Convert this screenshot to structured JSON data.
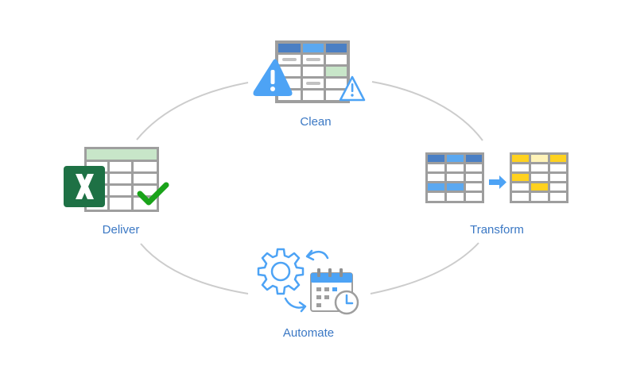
{
  "diagram": {
    "type": "cycle",
    "stages": [
      {
        "id": "clean",
        "label": "Clean"
      },
      {
        "id": "transform",
        "label": "Transform"
      },
      {
        "id": "automate",
        "label": "Automate"
      },
      {
        "id": "deliver",
        "label": "Deliver"
      }
    ],
    "icons": {
      "clean": [
        "spreadsheet-icon",
        "warning-icon",
        "warning-outline-icon"
      ],
      "transform": [
        "blue-table-icon",
        "arrow-right-icon",
        "yellow-table-icon"
      ],
      "automate": [
        "gear-icon",
        "refresh-arrows-icon",
        "calendar-icon",
        "clock-icon"
      ],
      "deliver": [
        "excel-logo-icon",
        "spreadsheet-icon",
        "checkmark-icon"
      ]
    },
    "colors": {
      "label": "#3b78c4",
      "connector": "#cccccc",
      "table_border": "#9e9e9e",
      "header_dark": "#4a7fc4",
      "header_light": "#5ba8f0",
      "accent_blue": "#4da3f5",
      "clean_green": "#c8e6c9",
      "highlight_yellow": "#ffd21f",
      "highlight_yellow_light": "#fff3b8",
      "excel_green": "#1e7145",
      "check_green": "#1aa31a"
    }
  }
}
